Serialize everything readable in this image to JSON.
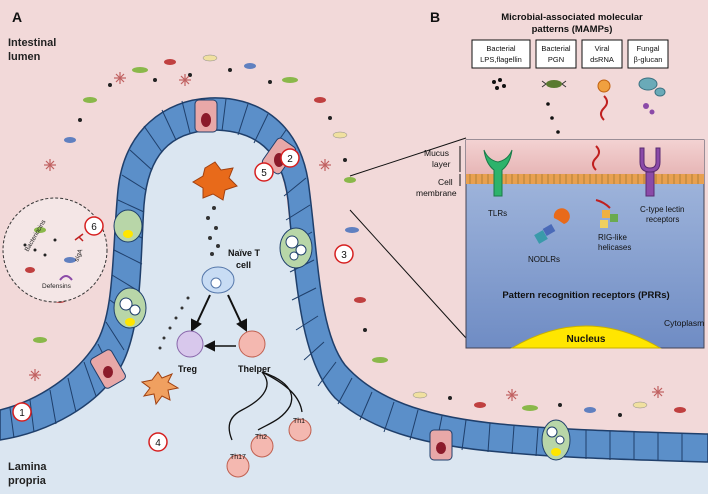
{
  "panel_a": {
    "letter": "A",
    "lumen_label_1": "Intestinal",
    "lumen_label_2": "lumen",
    "lamina_label_1": "Lamina",
    "lamina_label_2": "propria",
    "naive_t_line1": "Naïve T",
    "naive_t_line2": "cell",
    "treg": "Treg",
    "thelper": "Thelper",
    "th1": "Th1",
    "th2": "Th2",
    "th17": "Th17",
    "bacteriocins": "Bacteriocins",
    "siga": "sIgA",
    "defensins": "Defensins",
    "markers": [
      "1",
      "2",
      "3",
      "4",
      "5",
      "6"
    ]
  },
  "panel_b": {
    "letter": "B",
    "title_line1": "Microbial-associated molecular",
    "title_line2": "patterns (MAMPs)",
    "mamps": [
      {
        "line1": "Bacterial",
        "line2": "LPS,flagellin"
      },
      {
        "line1": "Bacterial",
        "line2": "PGN"
      },
      {
        "line1": "Viral",
        "line2": "dsRNA"
      },
      {
        "line1": "Fungal",
        "line2": "β-glucan"
      }
    ],
    "mucus_label": [
      "Mucus",
      "layer"
    ],
    "membrane_label": [
      "Cell",
      "membrane"
    ],
    "tlrs": "TLRs",
    "nodlrs": "NODLRs",
    "rig_line1": "RIG-like",
    "rig_line2": "helicases",
    "ctype_line1": "C-type lectin",
    "ctype_line2": "receptors",
    "prr_label": "Pattern recognition receptors (PRRs)",
    "cytoplasm": "Cytoplasm",
    "nucleus": "Nucleus"
  },
  "colors": {
    "lumen_bg": "#f2d8d8",
    "lamina_bg": "#dce7f2",
    "epithelium": "#5b8fc9",
    "epithelium_dark": "#1f3f6b",
    "mucus": "#f0c8c8",
    "membrane": "#e8a050",
    "cytoplasm": "#8fa8d4",
    "nucleus": "#ffe600",
    "marker_ring": "#d62020",
    "tlr_green": "#2db36b",
    "ctype_purple": "#8b4aa8"
  }
}
